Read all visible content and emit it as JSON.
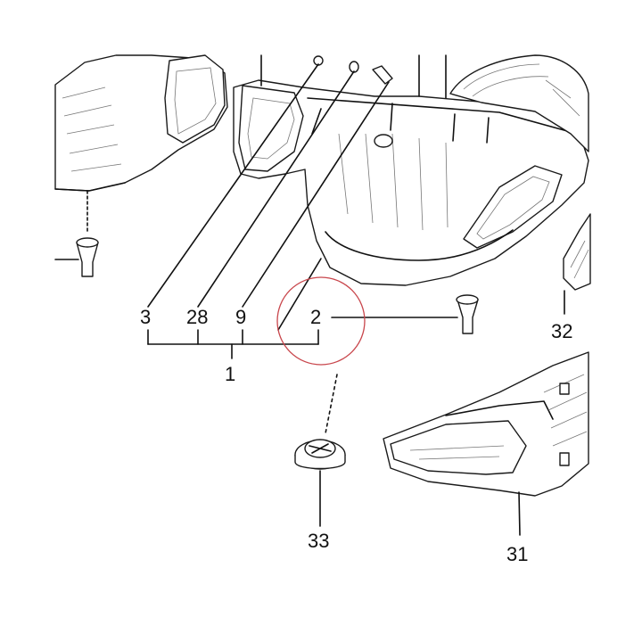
{
  "diagram": {
    "callouts": {
      "c3": "3",
      "c28": "28",
      "c9": "9",
      "c2": "2",
      "c1": "1",
      "c32": "32",
      "c33": "33",
      "c31": "31"
    },
    "highlight_color": "#c8454b"
  }
}
